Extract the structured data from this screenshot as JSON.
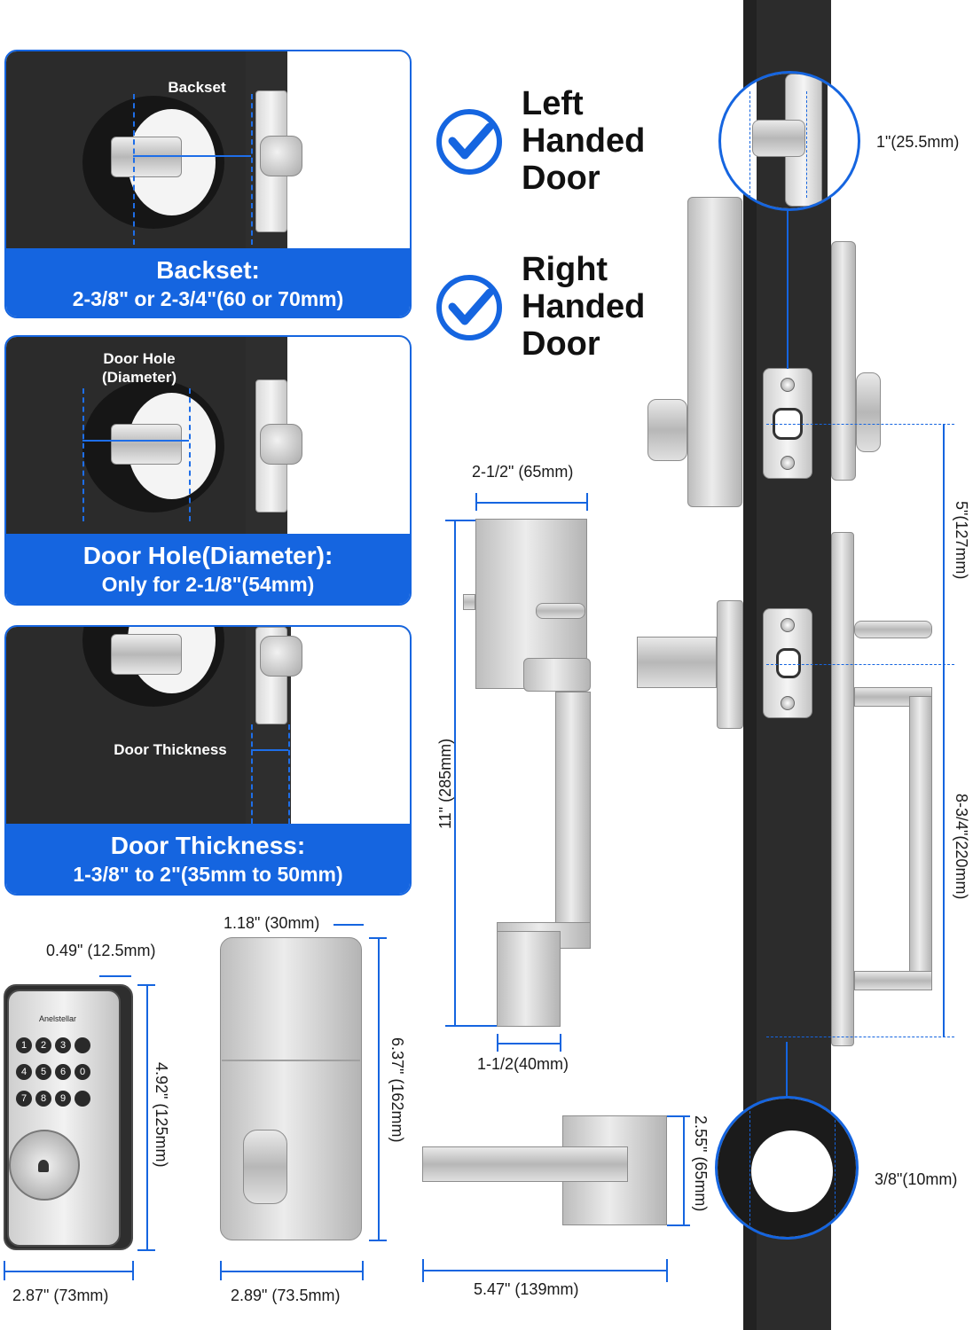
{
  "panels": [
    {
      "photo_label": "Backset",
      "title": "Backset:",
      "subtitle": "2-3/8\" or 2-3/4\"(60 or 70mm)"
    },
    {
      "photo_label_line1": "Door Hole",
      "photo_label_line2": "(Diameter)",
      "title": "Door Hole(Diameter):",
      "subtitle": "Only for 2-1/8\"(54mm)"
    },
    {
      "photo_label": "Door Thickness",
      "title": "Door Thickness:",
      "subtitle": "1-3/8\" to 2\"(35mm to 50mm)"
    }
  ],
  "handed": [
    {
      "line1": "Left",
      "line2": "Handed",
      "line3": "Door",
      "checked": true
    },
    {
      "line1": "Right",
      "line2": "Handed",
      "line3": "Door",
      "checked": true
    }
  ],
  "keypad": {
    "brand": "Anelstellar",
    "keys": [
      "1",
      "2",
      "3",
      "4",
      "5",
      "6",
      "7",
      "8",
      "9",
      "0"
    ]
  },
  "dimensions": {
    "latch_depth": "1\"(25.5mm)",
    "deadbolt_to_handle": "5\"(127mm)",
    "handle_to_bottom": "8-3/4\"(220mm)",
    "bolt_hole": "3/8\"(10mm)",
    "handleset_width": "2-1/2\" (65mm)",
    "handleset_height": "11\" (285mm)",
    "handleset_grip": "1-1/2(40mm)",
    "keypad_depth": "0.49\" (12.5mm)",
    "keypad_height": "4.92\" (125mm)",
    "keypad_width": "2.87\" (73mm)",
    "interior_depth": "1.18\" (30mm)",
    "interior_height": "6.37\" (162mm)",
    "interior_width": "2.89\" (73.5mm)",
    "lever_height": "2.55\" (65mm)",
    "lever_length": "5.47\" (139mm)"
  }
}
